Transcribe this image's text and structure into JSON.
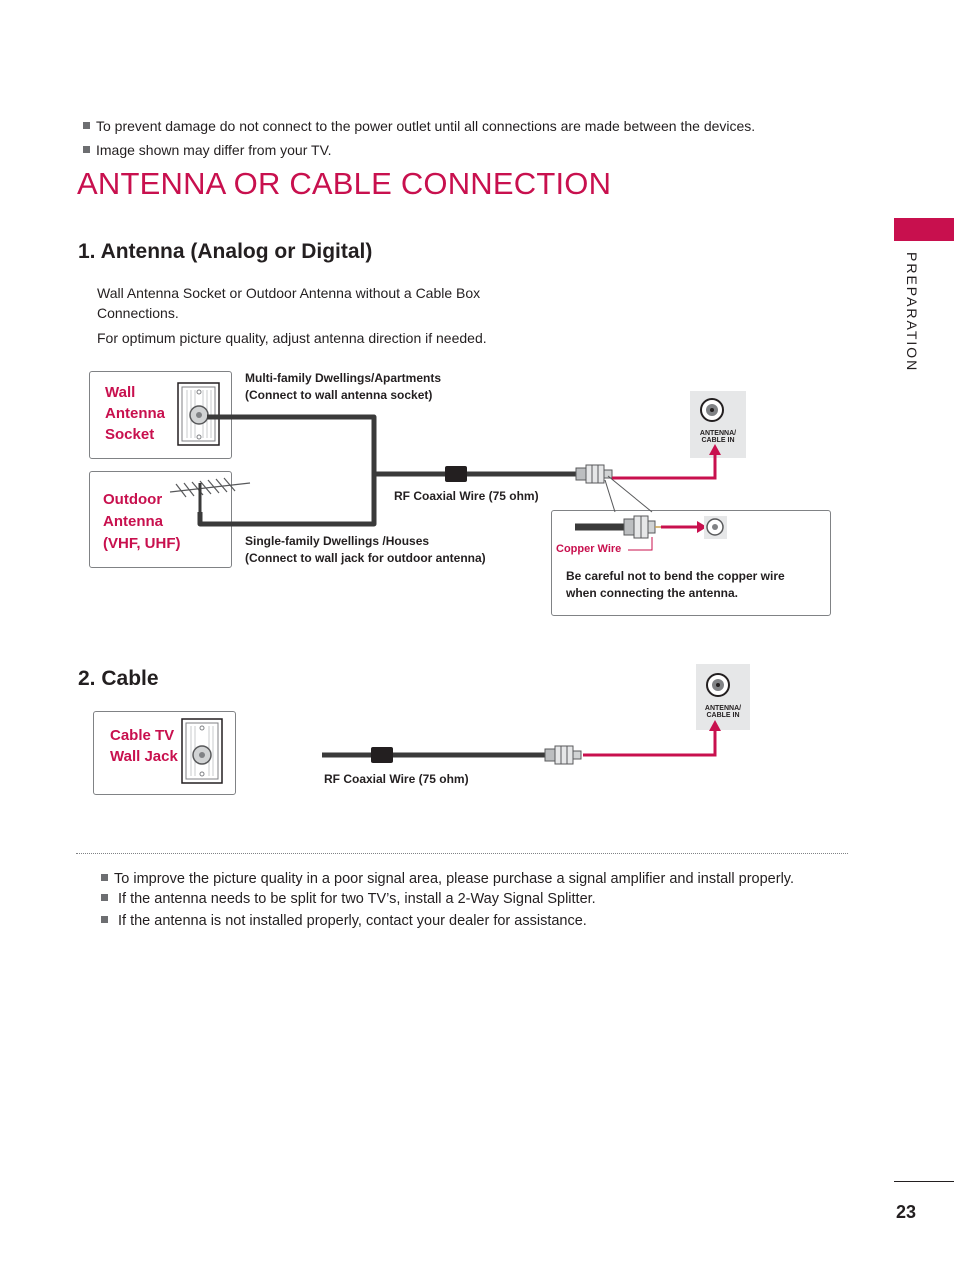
{
  "top_notes": [
    "To prevent damage do not connect to the power outlet until all connections are made between the devices.",
    "Image shown may differ from your TV."
  ],
  "title": "ANTENNA OR CABLE CONNECTION",
  "section1": {
    "heading": "1. Antenna (Analog or Digital)",
    "desc1": "Wall Antenna Socket or Outdoor Antenna without a Cable Box Connections.",
    "desc2": "For optimum picture quality, adjust antenna direction if needed.",
    "wall_socket_label": [
      "Wall",
      "Antenna",
      "Socket"
    ],
    "outdoor_label": [
      "Outdoor",
      "Antenna",
      "(VHF, UHF)"
    ],
    "multi_caption": [
      "Multi-family Dwellings/Apartments",
      "(Connect to wall antenna socket)"
    ],
    "single_caption": [
      "Single-family Dwellings /Houses",
      "(Connect to wall jack for outdoor antenna)"
    ],
    "rf_wire": "RF Coaxial Wire (75 ohm)",
    "copper_wire": "Copper Wire",
    "copper_note": [
      "Be careful not to bend the copper wire",
      "when connecting the antenna."
    ],
    "port_label": [
      "ANTENNA/",
      "CABLE IN"
    ]
  },
  "section2": {
    "heading": "2. Cable",
    "jack_label": [
      "Cable TV",
      "Wall Jack"
    ],
    "rf_wire": "RF Coaxial Wire (75 ohm)",
    "port_label": [
      "ANTENNA/",
      "CABLE IN"
    ]
  },
  "bottom_notes": [
    "To improve the picture quality in a poor signal area, please purchase a signal amplifier and install properly.",
    "If the antenna needs to be split for two TV’s, install a 2-Way Signal Splitter.",
    "If the antenna is not installed properly, contact your dealer for assistance."
  ],
  "side_tab": "PREPARATION",
  "page_number": "23",
  "colors": {
    "accent": "#c8104e",
    "text": "#231f20",
    "cable": "#3a3a3a"
  }
}
